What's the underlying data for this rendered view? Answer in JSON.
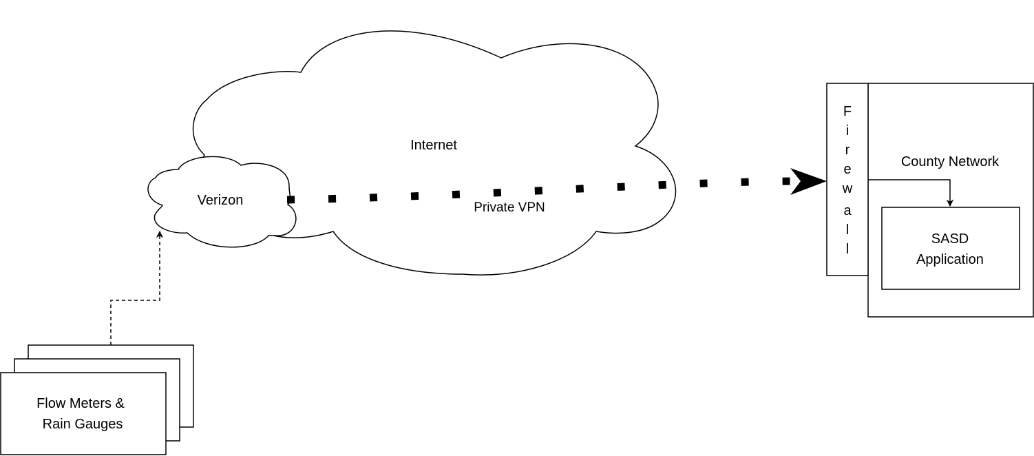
{
  "diagram": {
    "internet_label": "Internet",
    "verizon_label": "Verizon",
    "vpn_label": "Private VPN",
    "county_network_label": "County Network",
    "firewall_letters": [
      "F",
      "i",
      "r",
      "e",
      "w",
      "a",
      "l",
      "l"
    ],
    "sasd_label_line1": "SASD",
    "sasd_label_line2": "Application",
    "devices_label_line1": "Flow Meters &",
    "devices_label_line2": "Rain Gauges"
  }
}
